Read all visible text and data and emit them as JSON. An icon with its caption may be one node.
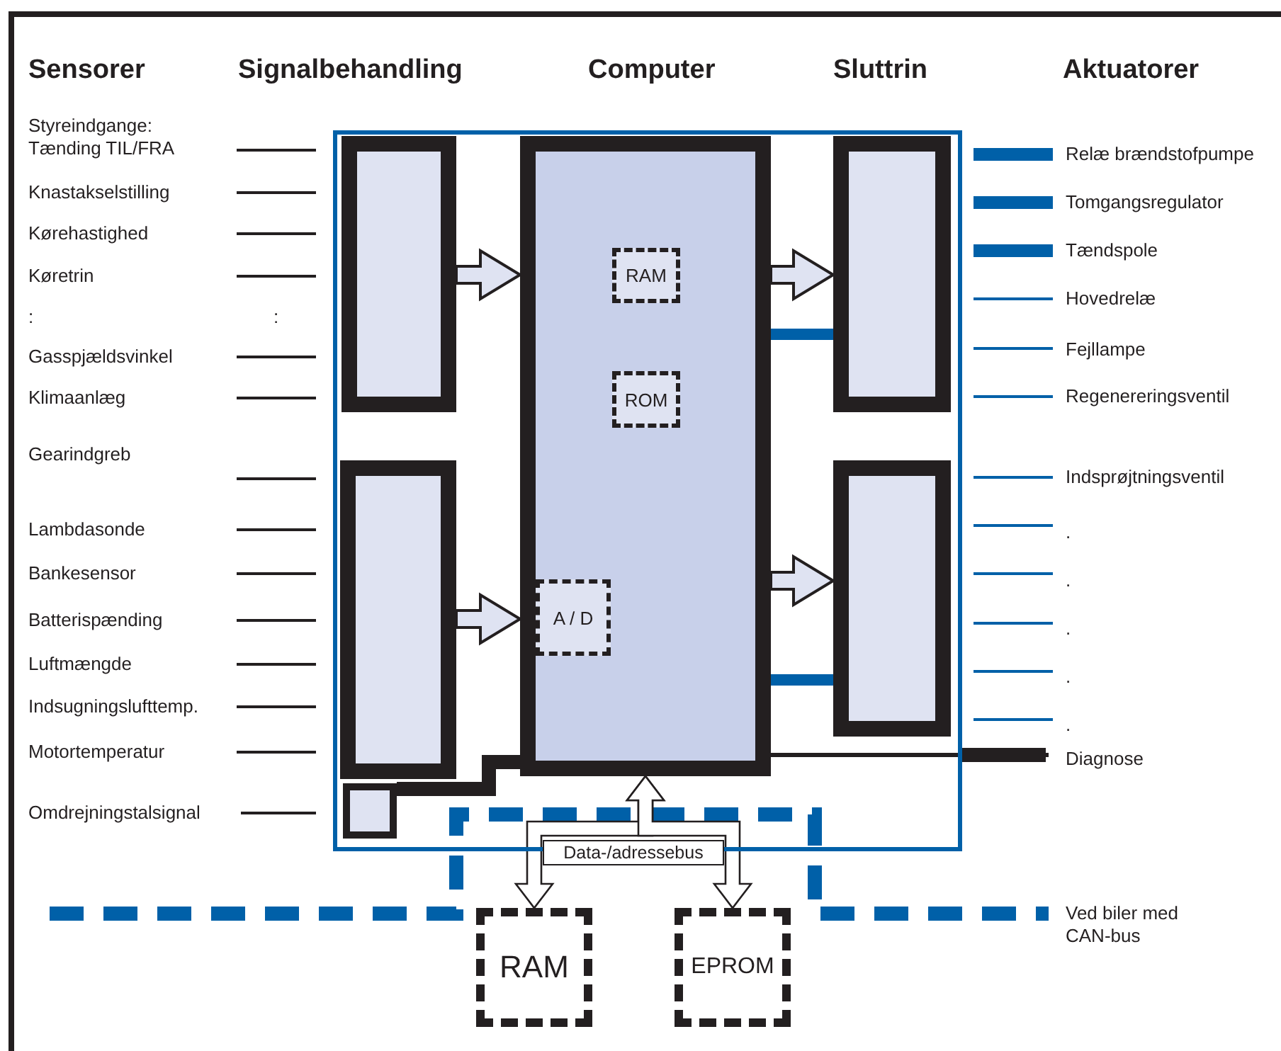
{
  "diagram": {
    "nodes": [
      {
        "text": [],
        "shape": "box"
      },
      {
        "text": [],
        "shape": "box",
        "in": 0
      },
      {
        "text": [],
        "shape": "box",
        "in": 0
      },
      {
        "text": [],
        "shape": "box",
        "in": 0
      },
      {
        "text": [
          "RAM"
        ],
        "in": 3
      },
      {
        "text": [
          "ROM"
        ],
        "in": 3
      },
      {
        "text": [
          "A / D"
        ],
        "in": 3
      },
      {
        "text": [],
        "shape": "box",
        "in": 0
      },
      {
        "text": [],
        "shape": "box",
        "in": 0
      },
      {
        "text": [],
        "shape": "box",
        "in": 0
      },
      {
        "text": [
          "RAM"
        ]
      },
      {
        "text": [
          "EPROM"
        ]
      },
      {
        "text": [
          "Diagnose"
        ]
      }
    ],
    "edges": [
      {
        "from": 1,
        "to": 3,
        "arrow": "to"
      },
      {
        "from": 2,
        "to": 3,
        "arrow": "to"
      },
      {
        "from": 3,
        "to": 7,
        "arrow": "to"
      },
      {
        "from": 3,
        "to": 8,
        "arrow": "to"
      },
      {
        "from": 3,
        "to": 7,
        "arrow": "none",
        "color": "#0060a8"
      },
      {
        "from": 3,
        "to": 8,
        "arrow": "none",
        "color": "#0060a8"
      },
      {
        "from": 9,
        "to": 3,
        "arrow": "none",
        "color": "#231f20"
      },
      {
        "from": 3,
        "to": 12,
        "arrow": "none",
        "color": "#231f20"
      },
      {
        "from": 3,
        "to": 10,
        "arrow": "both",
        "label": "Data-/adressebus"
      },
      {
        "from": 3,
        "to": 11,
        "arrow": "both"
      }
    ],
    "labels": [
      "Sensorer",
      "Signalbehandling",
      "Computer",
      "Sluttrin",
      "Aktuatorer",
      "Styreindgange: Tænding TIL/FRA",
      "Knastakselstilling",
      "Kørehastighed",
      "Køretrin",
      ":",
      ":",
      "Gasspjældsvinkel",
      "Klimaanlæg",
      "Gearindgreb",
      "Lambdasonde",
      "Bankesensor",
      "Batterispænding",
      "Luftmængde",
      "Indsugningslufttemp.",
      "Motortemperatur",
      "Omdrejningstalsignal",
      "Relæ brændstofpumpe",
      "Tomgangsregulator",
      "Tændspole",
      "Hovedrelæ",
      "Fejllampe",
      "Regenereringsventil",
      "Indsprøjtningsventil",
      ".",
      ".",
      ".",
      ".",
      ".",
      "Ved biler med CAN-bus"
    ]
  }
}
